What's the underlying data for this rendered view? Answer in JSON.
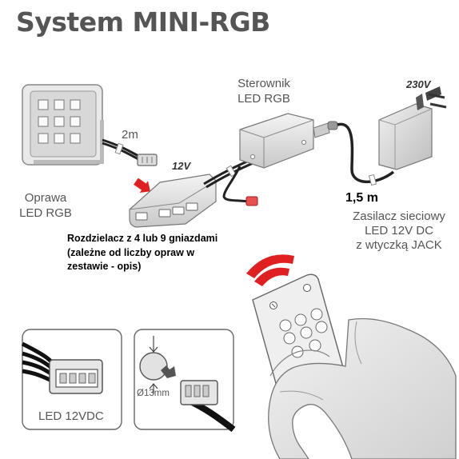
{
  "title": "System MINI-RGB",
  "labels": {
    "cable_length_2m": "2m",
    "voltage_12v": "12V",
    "voltage_230v": "230V",
    "controller": [
      "Sterownik",
      "LED RGB"
    ],
    "fixture": [
      "Oprawa",
      "LED RGB"
    ],
    "cable_length_1_5m": "1,5 m",
    "power_supply": [
      "Zasilacz sieciowy",
      "LED 12V DC",
      "z wtyczką JACK"
    ],
    "splitter_description": [
      "Rozdzielacz z 4 lub 9 gniazdami",
      "(zależne od liczby opraw w",
      "zestawie - opis)"
    ],
    "connector_label": "LED 12VDC",
    "diameter": "Ø13mm"
  }
}
